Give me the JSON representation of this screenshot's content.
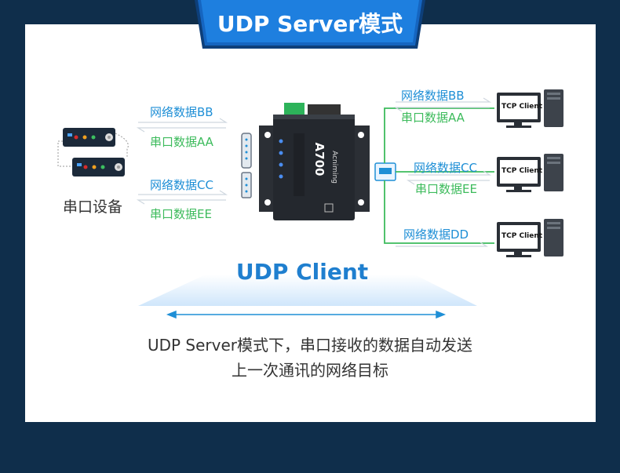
{
  "title": "UDP Server模式",
  "serial_device_label": "串口设备",
  "left_links": {
    "top": {
      "send": "网络数据BB",
      "recv": "串口数据AA"
    },
    "bottom": {
      "send": "网络数据CC",
      "recv": "串口数据EE"
    }
  },
  "right_links": [
    {
      "send": "网络数据BB",
      "recv": "串口数据AA"
    },
    {
      "send": "网络数据CC",
      "recv": "串口数据EE"
    },
    {
      "send": "网络数据DD"
    }
  ],
  "tcp_client_label": "TCP Client",
  "device_brand": "Acniming",
  "device_model": "A700",
  "udp_client_label": "UDP Client",
  "caption_line1": "UDP Server模式下，串口接收的数据自动发送",
  "caption_line2": "上一次通讯的网络目标",
  "colors": {
    "background": "#0f2e4b",
    "accent_blue": "#1f8fd6",
    "accent_green": "#3dbb5c",
    "title_tab": "#1565c0"
  }
}
